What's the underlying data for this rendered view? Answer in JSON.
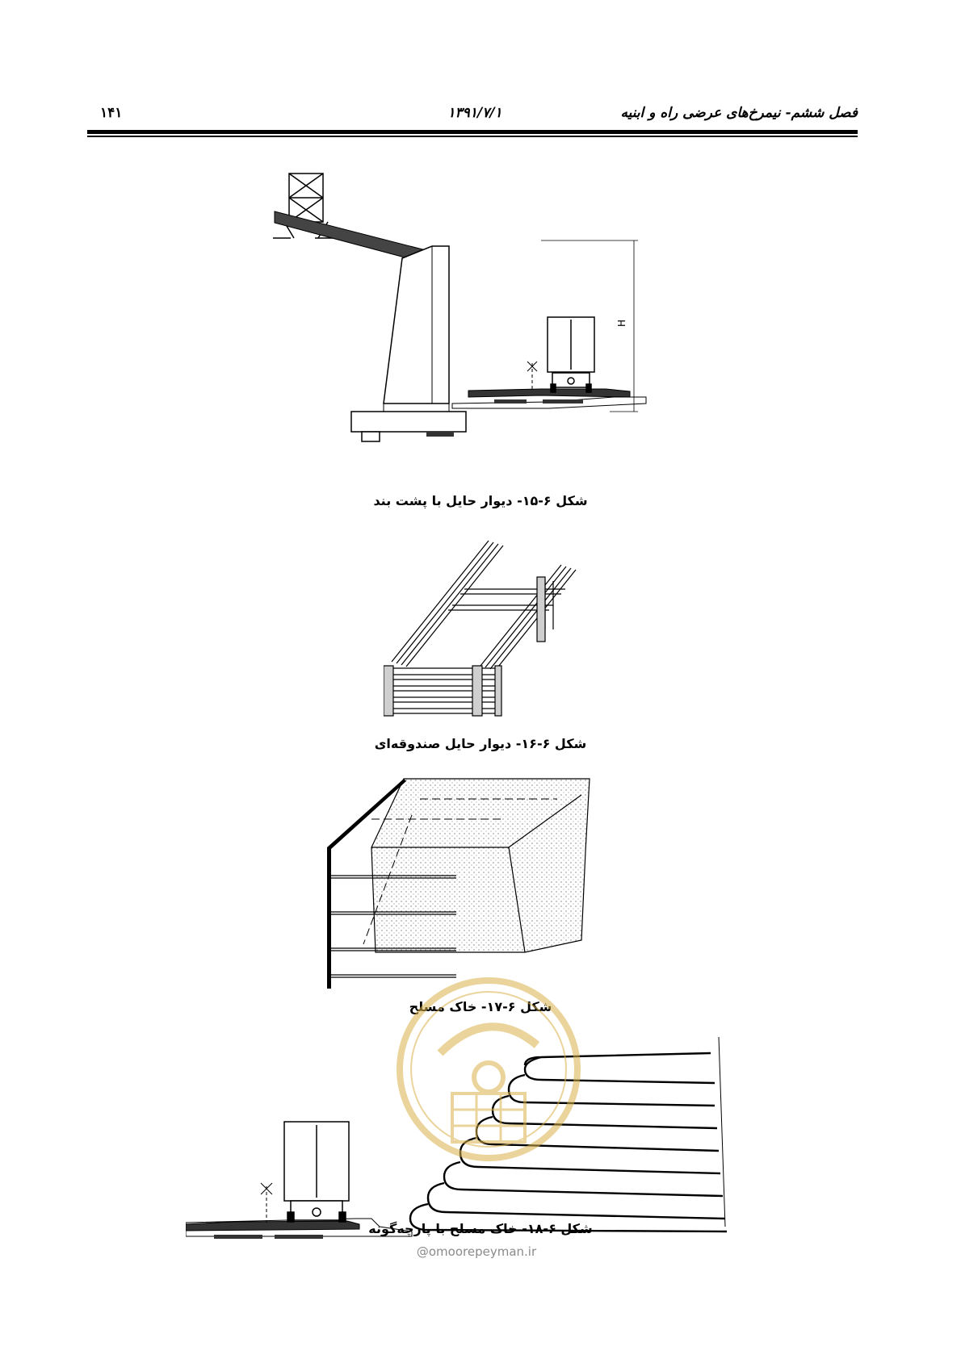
{
  "header": {
    "chapter_title": "فصل ششم- نیمرخ‌های عرضی راه و ابنیه",
    "date": "۱۳۹۱/۷/۱",
    "page_number": "۱۴۱"
  },
  "figures": [
    {
      "caption": "شکل ۶-۱۵- دیوار حایل با پشت بند",
      "label_h": "H"
    },
    {
      "caption": "شکل ۶-۱۶- دیوار حایل صندوقه‌ای"
    },
    {
      "caption": "شکل ۶-۱۷- خاک مسلح"
    },
    {
      "caption": "شکل ۶-۱۸- خاک مسلح با پارچه‌گونه"
    }
  ],
  "watermark": {
    "url": "@omoorepeyman.ir",
    "color": "#d9b24a"
  }
}
